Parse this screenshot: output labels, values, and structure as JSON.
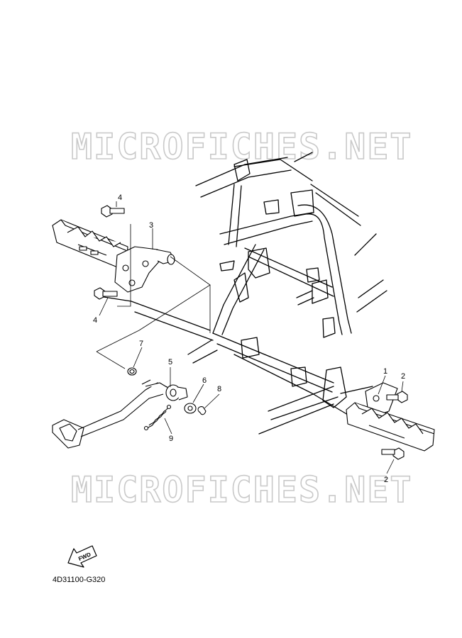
{
  "watermark": {
    "top": "MICROFICHES.NET",
    "bottom": "MICROFICHES.NET"
  },
  "diagram_code": "4D31100-G320",
  "fwd_label": "FWD",
  "callouts": {
    "c1": "1",
    "c2a": "2",
    "c2b": "2",
    "c3": "3",
    "c4a": "4",
    "c4b": "4",
    "c5": "5",
    "c6": "6",
    "c7": "7",
    "c8": "8",
    "c9": "9"
  }
}
